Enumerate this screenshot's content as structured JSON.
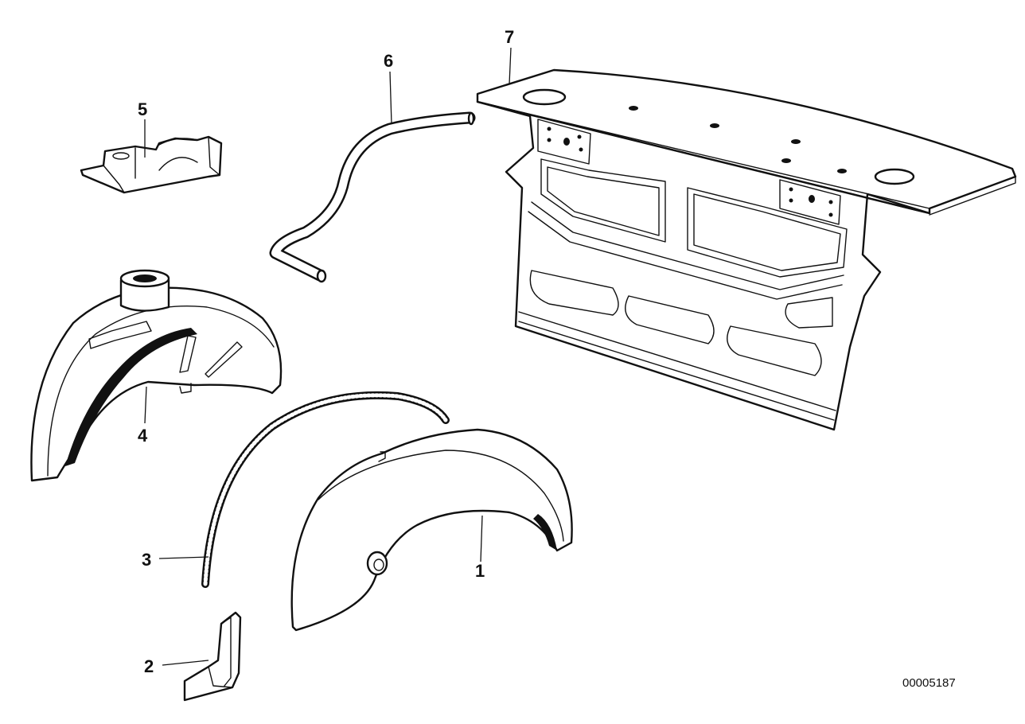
{
  "callouts": [
    "1",
    "2",
    "3",
    "4",
    "5",
    "6",
    "7"
  ],
  "part_number": "00005187"
}
